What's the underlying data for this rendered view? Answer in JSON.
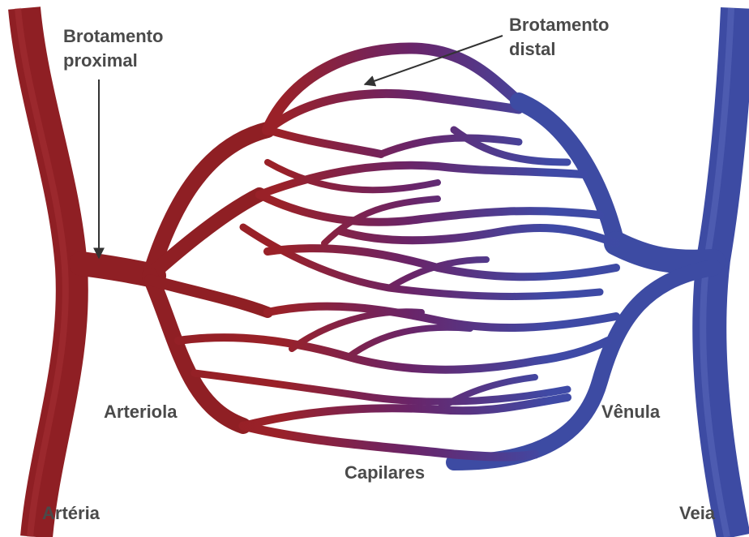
{
  "labels": {
    "proximal_sprout": [
      "Brotamento",
      "proximal"
    ],
    "distal_sprout": [
      "Brotamento",
      "distal"
    ],
    "arteriole": "Arteriola",
    "venule": "Vênula",
    "capillaries": "Capilares",
    "artery": "Artéria",
    "vein": "Veia"
  },
  "colors": {
    "artery": "#8f1f24",
    "capillary_mid": "#6a2468",
    "vein": "#3d4ba3",
    "label_text": "#4a4a4a",
    "arrow": "#333333"
  }
}
